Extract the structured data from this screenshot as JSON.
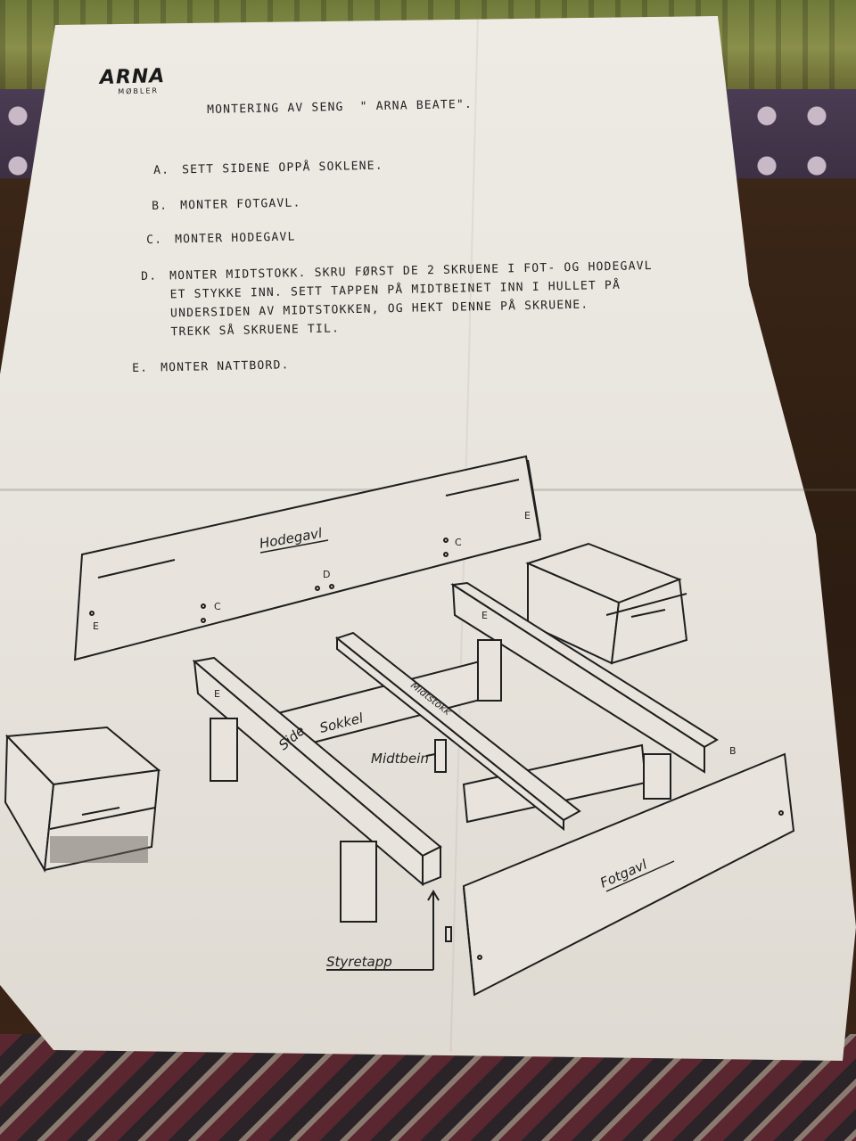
{
  "brand": {
    "name": "ARNA",
    "sub": "MØBLER"
  },
  "title": "MONTERING AV SENG  \" ARNA BEATE\".",
  "steps": [
    {
      "letter": "A.",
      "text": "SETT SIDENE OPPÅ SOKLENE."
    },
    {
      "letter": "B.",
      "text": "MONTER FOTGAVL."
    },
    {
      "letter": "C.",
      "text": "MONTER HODEGAVL"
    },
    {
      "letter": "D.",
      "lines": [
        "MONTER MIDTSTOKK. SKRU FØRST DE 2 SKRUENE I FOT- OG HODEGAVL",
        "ET STYKKE INN. SETT TAPPEN PÅ MIDTBEINET INN I HULLET PÅ",
        "UNDERSIDEN AV MIDTSTOKKEN, OG HEKT DENNE PÅ SKRUENE.",
        "TREKK SÅ SKRUENE TIL."
      ]
    },
    {
      "letter": "E.",
      "text": "MONTER NATTBORD."
    }
  ],
  "diagram": {
    "hodegavl": "Hodegavl",
    "sokkel": "Sokkel",
    "midtstokk": "Midtstokk",
    "side": "Side",
    "midtbein": "Midtbein",
    "fotgavl": "Fotgavl",
    "styretapp": "Styretapp",
    "marks": {
      "e": "E",
      "c": "C",
      "d": "D",
      "b": "B"
    }
  }
}
